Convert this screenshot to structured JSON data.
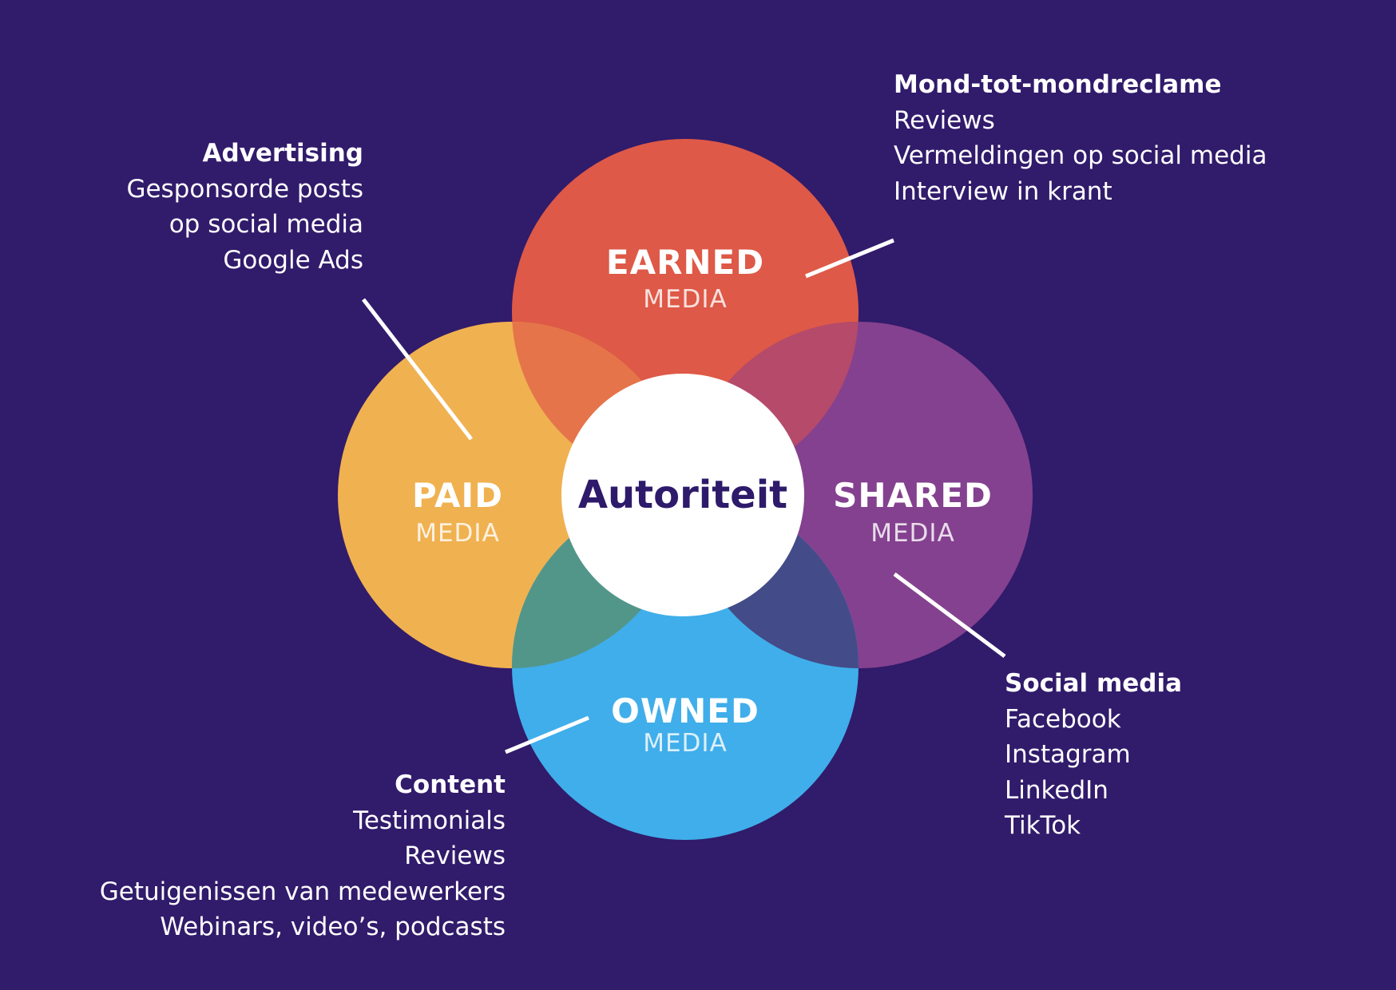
{
  "colors": {
    "background": "#311B6B",
    "earned": "#DE5947",
    "paid": "#F0B150",
    "shared": "#84418F",
    "owned": "#40AEEA",
    "center": "#FFFFFF",
    "center_text": "#2E1A6B"
  },
  "center": {
    "label": "Autoriteit"
  },
  "circles": {
    "earned": {
      "title": "EARNED",
      "subtitle": "MEDIA"
    },
    "paid": {
      "title": "PAID",
      "subtitle": "MEDIA"
    },
    "shared": {
      "title": "SHARED",
      "subtitle": "MEDIA"
    },
    "owned": {
      "title": "OWNED",
      "subtitle": "MEDIA"
    }
  },
  "callouts": {
    "advertising": {
      "heading": "Advertising",
      "items": [
        "Gesponsorde posts",
        "op social media",
        "Google Ads"
      ]
    },
    "earned": {
      "heading": "Mond-tot-mondreclame",
      "items": [
        "Reviews",
        "Vermeldingen op social media",
        "Interview in krant"
      ]
    },
    "social": {
      "heading": "Social media",
      "items": [
        "Facebook",
        "Instagram",
        "LinkedIn",
        "TikTok"
      ]
    },
    "content": {
      "heading": "Content",
      "items": [
        "Testimonials",
        "Reviews",
        "Getuigenissen van medewerkers",
        "Webinars, video’s, podcasts"
      ]
    }
  }
}
